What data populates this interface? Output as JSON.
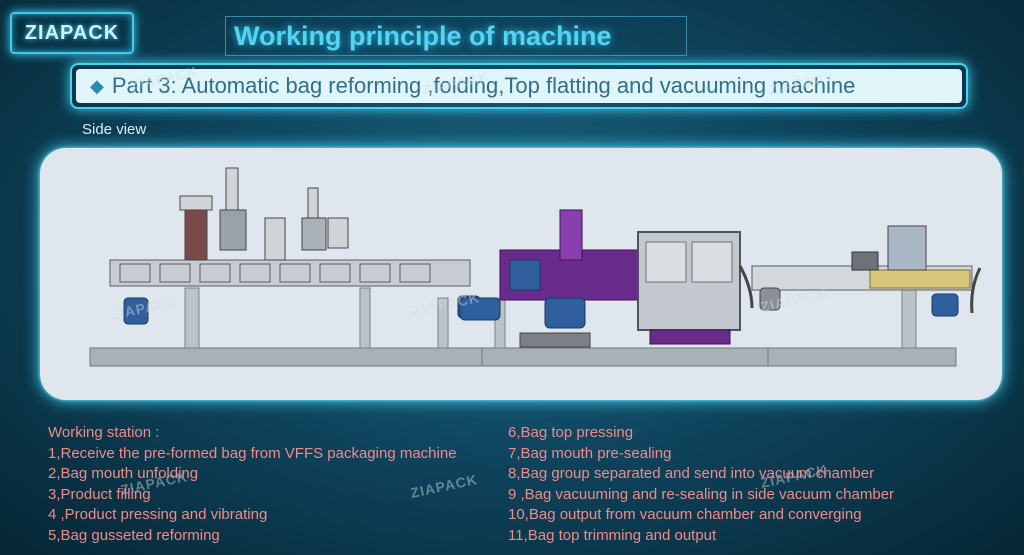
{
  "logo": "ZIAPACK",
  "title": "Working principle of machine",
  "part_title": "Part 3: Automatic bag reforming ,folding,Top flatting and vacuuming machine",
  "part_bullet": "◆",
  "side_view_label": "Side view",
  "watermark": "ZIAPACK",
  "working_station_heading": "Working station :",
  "stations_left": [
    "1,Receive the pre-formed bag from VFFS packaging machine",
    "2,Bag mouth unfolding",
    "3,Product filling",
    "4 ,Product pressing and vibrating",
    "5,Bag gusseted reforming"
  ],
  "stations_right": [
    "6,Bag top pressing",
    "7,Bag mouth pre-sealing",
    "8,Bag group separated and send into vacuum chamber",
    "9 ,Bag vacuuming and re-sealing in side vacuum chamber",
    "10,Bag output from vacuum chamber and converging",
    "11,Bag top trimming and output"
  ],
  "colors": {
    "accent": "#48d4ef",
    "station_text": "#f08c8a",
    "motor_blue": "#2f5f9c",
    "frame_purple": "#6a2c8c",
    "conveyor_yellow": "#d8c77a"
  }
}
